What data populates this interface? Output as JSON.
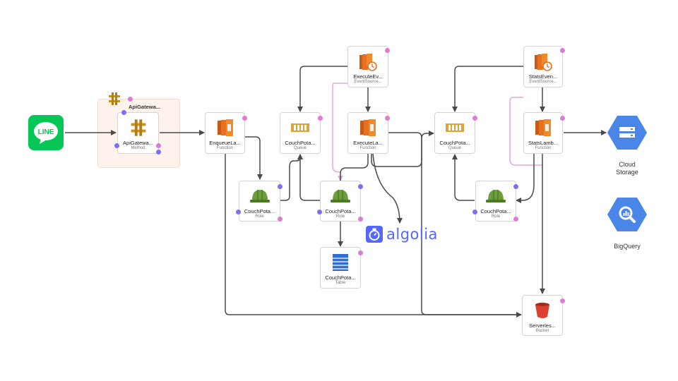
{
  "group": {
    "label": "ApiGatewa..."
  },
  "nodes": {
    "api_method": {
      "name": "ApiGatewa...",
      "type": "Method"
    },
    "enqueue_fn": {
      "name": "EnqueueLa...",
      "type": "Function"
    },
    "couch_queue_1": {
      "name": "CouchPota...",
      "type": "Queue"
    },
    "execute_event": {
      "name": "ExecuteEv...",
      "type": "EventSource..."
    },
    "execute_fn": {
      "name": "ExecuteLa...",
      "type": "Function"
    },
    "couch_role_1": {
      "name": "CouchPota...",
      "type": "Role"
    },
    "couch_role_2": {
      "name": "CouchPota...",
      "type": "Role"
    },
    "couch_table": {
      "name": "CouchPota...",
      "type": "Table"
    },
    "couch_queue_2": {
      "name": "CouchPota...",
      "type": "Queue"
    },
    "stats_event": {
      "name": "StatsEven...",
      "type": "EventSource..."
    },
    "stats_fn": {
      "name": "StatsLamb...",
      "type": "Function"
    },
    "couch_role_3": {
      "name": "CouchPota...",
      "type": "Role"
    },
    "serverless_bucket": {
      "name": "Serverles...",
      "type": "Bucket"
    }
  },
  "external": {
    "line_text": "LINE",
    "algolia_text": "algolia",
    "cloud_storage_label": "Cloud\nStorage",
    "bigquery_label": "BigQuery"
  },
  "colors": {
    "edge": "#4a4a4a",
    "edge_pink": "#e4a8e0",
    "aws_orange": "#e8711f",
    "line_green": "#06c755",
    "gcp_blue": "#4a86e8",
    "algolia_blue": "#5468ff",
    "role_green": "#6b9e3a",
    "group_fill": "#fdf3ec"
  }
}
